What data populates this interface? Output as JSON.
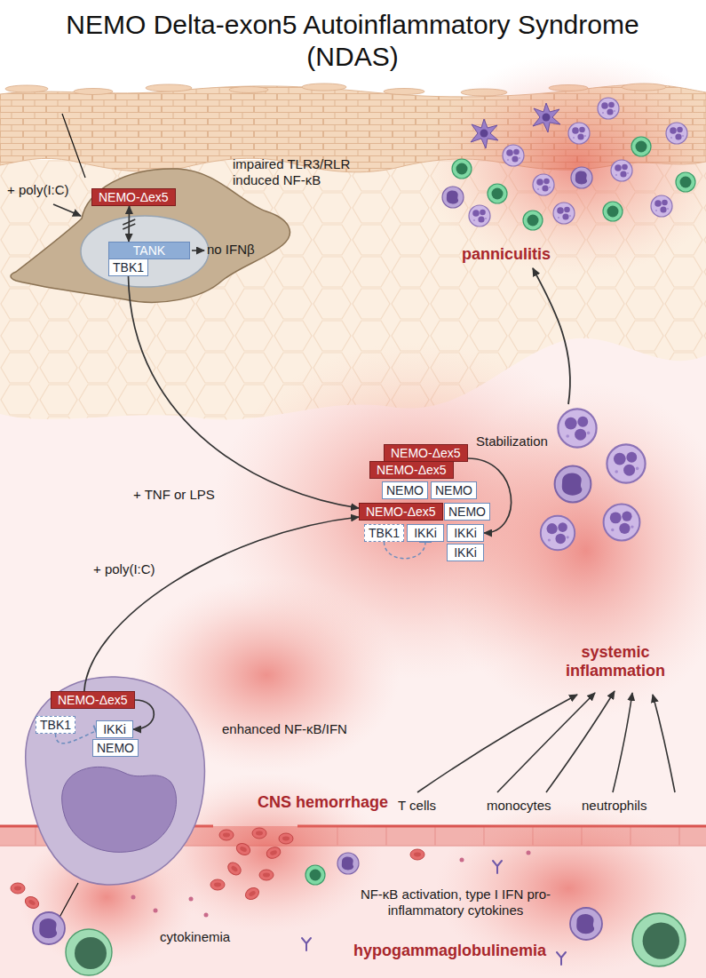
{
  "diagram": {
    "title": "NEMO Delta-exon5 Autoinflammatory Syndrome (NDAS)",
    "nodes": [
      {
        "text": [
          "NEMO-Δex5"
        ]
      },
      {
        "text": [
          "TANK"
        ]
      },
      {
        "text": [
          "TBK1"
        ]
      },
      {
        "text": [
          "NEMO-Δex5"
        ]
      },
      {
        "text": [
          "NEMO-Δex5"
        ]
      },
      {
        "text": [
          "NEMO"
        ]
      },
      {
        "text": [
          "NEMO"
        ]
      },
      {
        "text": [
          "NEMO-Δex5"
        ]
      },
      {
        "text": [
          "NEMO"
        ]
      },
      {
        "text": [
          "TBK1"
        ]
      },
      {
        "text": [
          "IKKi"
        ]
      },
      {
        "text": [
          "IKKi"
        ]
      },
      {
        "text": [
          "IKKi"
        ]
      },
      {
        "text": [
          "NEMO-Δex5"
        ]
      },
      {
        "text": [
          "TBK1"
        ]
      },
      {
        "text": [
          "IKKi"
        ]
      },
      {
        "text": [
          "NEMO"
        ]
      }
    ],
    "edges": [
      {
        "from": 0,
        "to": 1,
        "arrow": "both"
      },
      {
        "from": 3,
        "to": 11,
        "arrow": "to"
      },
      {
        "from": 9,
        "to": 10,
        "arrow": "to"
      },
      {
        "from": 13,
        "to": 15,
        "arrow": "to"
      },
      {
        "from": 14,
        "to": 15,
        "arrow": "to"
      },
      {
        "from": 2,
        "to": 7,
        "arrow": "to"
      },
      {
        "from": 13,
        "to": 7,
        "arrow": "to"
      }
    ],
    "labels": [
      "+ poly(I:C)",
      "impaired TLR3/RLR induced NF-κB",
      "no IFNβ",
      "panniculitis",
      "+ TNF or LPS",
      "Stabilization",
      "+ poly(I:C)",
      "enhanced NF-κB/IFN",
      "systemic inflammation",
      "CNS hemorrhage",
      "T cells",
      "monocytes",
      "neutrophils",
      "NF-κB activation, type I IFN pro-inflammatory cytokines",
      "cytokinemia",
      "hypogammaglobulinemia"
    ]
  }
}
